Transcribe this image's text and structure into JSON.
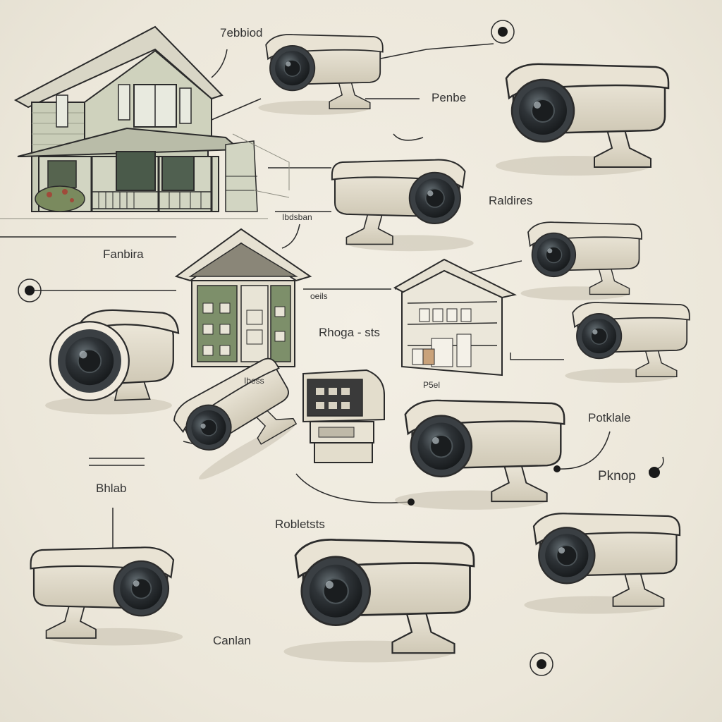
{
  "labels": {
    "top_center": "7ebbiod",
    "right_upper": "Penbe",
    "right_middle": "Raldires",
    "house_small": "Ibdsban",
    "left_upper": "Fanbira",
    "kiosk_side": "oeils",
    "middle_center": "Rhoga - sts",
    "under_kiosk": "Ibess",
    "under_shelf": "P5el",
    "right_lower": "Potklale",
    "right_bottom": "Pknop",
    "left_lower": "Bhlab",
    "center_lower": "Robletsts",
    "bottom_center": "Canlan"
  },
  "colors": {
    "paper": "#efebe0",
    "camera_body": "#dfd9c8",
    "camera_outline": "#2b2b2b",
    "lens": "#2f3438",
    "house_siding": "#c9cdb8",
    "kiosk_green": "#7d8f6a"
  },
  "icons": [
    "house-icon",
    "camera-icon",
    "kiosk-icon",
    "shelf-unit-icon",
    "device-icon",
    "target-dot-icon"
  ]
}
